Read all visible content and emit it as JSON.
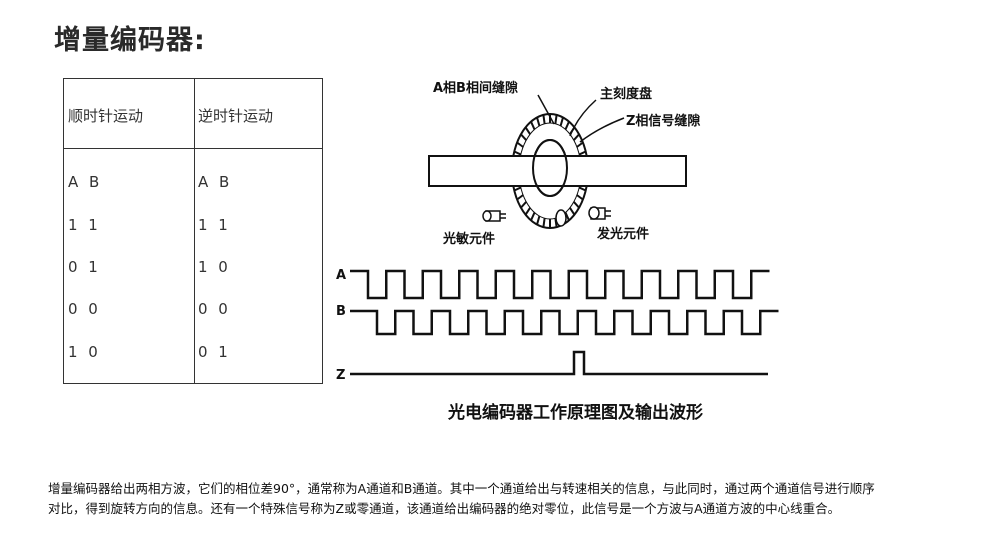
{
  "title": "增量编码器:",
  "table": {
    "headers": [
      "顺时针运动",
      "逆时针运动"
    ],
    "rows": [
      [
        "A B",
        "A B"
      ],
      [
        "1 1",
        "1 1"
      ],
      [
        "0 1",
        "1 0"
      ],
      [
        "0 0",
        "0 0"
      ],
      [
        "1 0",
        "0 1"
      ]
    ]
  },
  "diagram": {
    "labels": {
      "ab_slit": "A相B相间缝隙",
      "main_disc": "主刻度盘",
      "z_slit": "Z相信号缝隙",
      "photo_sensor": "光敏元件",
      "light_emitter": "发光元件",
      "channel_a": "A",
      "channel_b": "B",
      "channel_z": "Z"
    },
    "caption": "光电编码器工作原理图及输出波形"
  },
  "paragraph": {
    "line1": "增量编码器给出两相方波，它们的相位差90°，通常称为A通道和B通道。其中一个通道给出与转速相关的信息，与此同时，通过两个通道信号进行顺序",
    "line2": "对比，得到旋转方向的信息。还有一个特殊信号称为Z或零通道，该通道给出编码器的绝对零位，此信号是一个方波与A通道方波的中心线重合。"
  }
}
